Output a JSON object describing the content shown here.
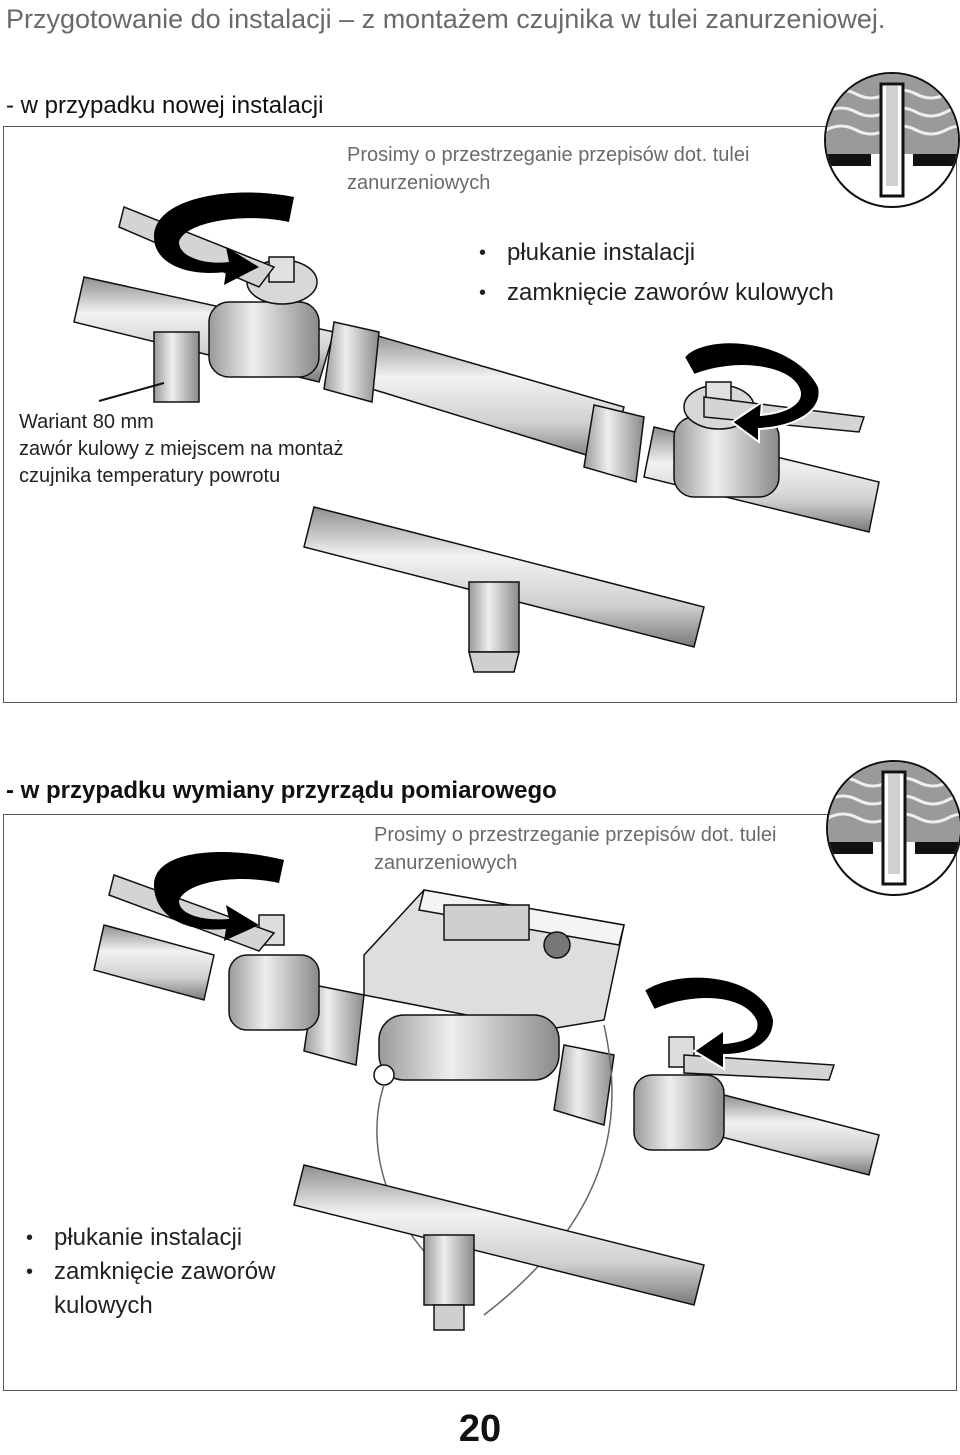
{
  "page": {
    "title": "Przygotowanie do instalacji – z montażem czujnika w tulei zanurzeniowej.",
    "page_number": "20"
  },
  "section1": {
    "heading": "- w przypadku nowej instalacji",
    "note": "Prosimy o przestrzeganie przepisów dot. tulei zanurzeniowych",
    "bullets": [
      "płukanie instalacji",
      "zamknięcie zaworów kulowych"
    ],
    "variant_text": [
      "Wariant 80 mm",
      "zawór kulowy z miejscem na montaż",
      "czujnika temperatury powrotu"
    ]
  },
  "section2": {
    "heading": "- w przypadku wymiany przyrządu pomiarowego",
    "note": "Prosimy o przestrzeganie przepisów dot. tulei zanurzeniowych",
    "bullets": [
      "płukanie instalacji",
      "zamknięcie zaworów kulowych"
    ]
  },
  "colors": {
    "title": "#6a6a6a",
    "pipe_light": "#e8e8e8",
    "pipe_dark": "#8a8a8a",
    "outline": "#111111",
    "arrow": "#000000"
  },
  "icons": [
    "rotation-arrow-icon",
    "ball-valve",
    "thermowell-inset",
    "heat-meter"
  ]
}
